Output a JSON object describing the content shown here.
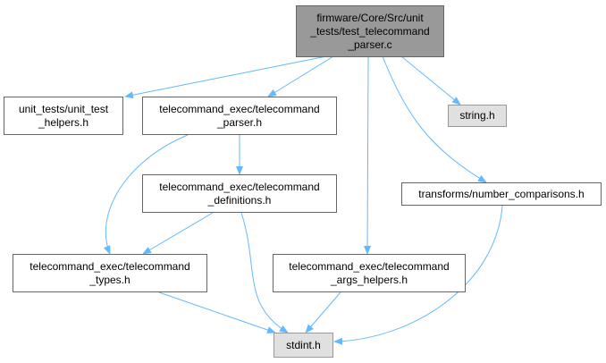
{
  "graph": {
    "edge_color": "#63b8ff",
    "root_fill": "#999999",
    "system_fill": "#e0e0e0",
    "node_border": "#666666",
    "nodes": {
      "root": "firmware/Core/Src/unit\n_tests/test_telecommand\n_parser.c",
      "unit_test_helpers": "unit_tests/unit_test\n_helpers.h",
      "telecommand_parser": "telecommand_exec/telecommand\n_parser.h",
      "string_h": "string.h",
      "telecommand_definitions": "telecommand_exec/telecommand\n_definitions.h",
      "number_comparisons": "transforms/number_comparisons.h",
      "telecommand_types": "telecommand_exec/telecommand\n_types.h",
      "telecommand_args_helpers": "telecommand_exec/telecommand\n_args_helpers.h",
      "stdint_h": "stdint.h"
    },
    "edges": [
      [
        "root",
        "unit_test_helpers"
      ],
      [
        "root",
        "telecommand_parser"
      ],
      [
        "root",
        "telecommand_args_helpers"
      ],
      [
        "root",
        "string_h"
      ],
      [
        "root",
        "number_comparisons"
      ],
      [
        "telecommand_parser",
        "telecommand_definitions"
      ],
      [
        "telecommand_parser",
        "telecommand_types"
      ],
      [
        "telecommand_definitions",
        "telecommand_types"
      ],
      [
        "telecommand_definitions",
        "stdint_h"
      ],
      [
        "telecommand_types",
        "stdint_h"
      ],
      [
        "telecommand_args_helpers",
        "stdint_h"
      ],
      [
        "number_comparisons",
        "stdint_h"
      ]
    ]
  }
}
